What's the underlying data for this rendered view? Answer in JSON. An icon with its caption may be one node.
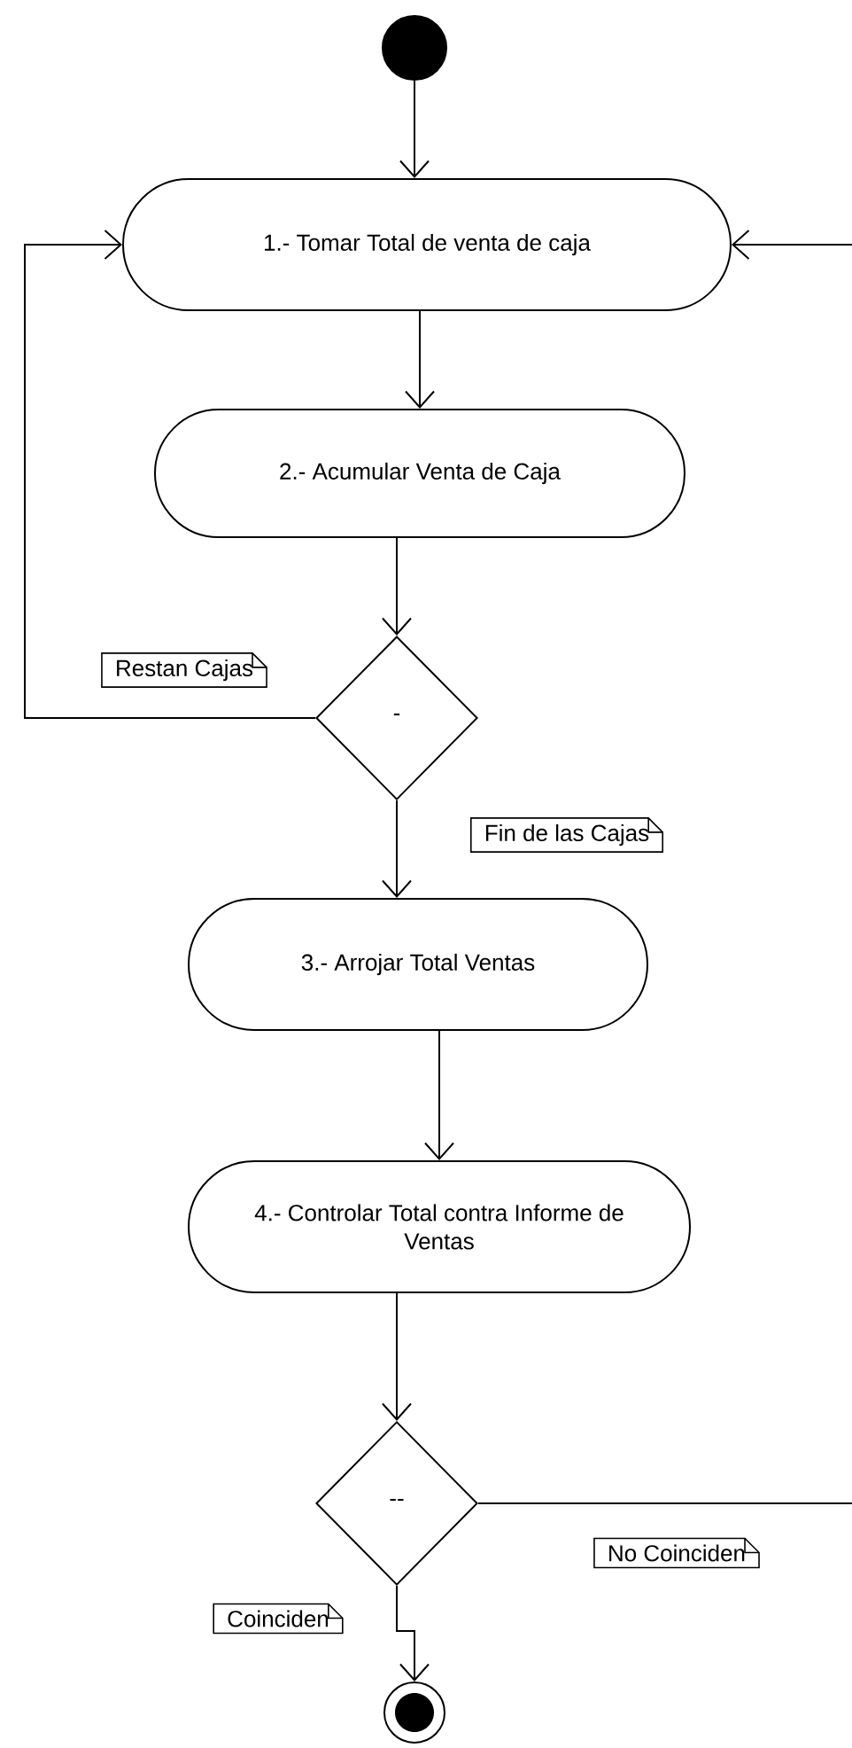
{
  "diagram": {
    "nodes": [
      {
        "text": [],
        "shape": "circle"
      },
      {
        "text": [
          "1.- Tomar Total de venta de caja"
        ]
      },
      {
        "text": [
          "2.- Acumular Venta de Caja"
        ]
      },
      {
        "text": [
          "-"
        ]
      },
      {
        "text": [
          "3.- Arrojar Total Ventas"
        ]
      },
      {
        "text": [
          "4.- Controlar Total contra Informe de Ventas"
        ]
      },
      {
        "text": [
          "--"
        ]
      },
      {
        "text": [],
        "shape": "bullseye"
      }
    ],
    "edges": [
      {
        "from": 0,
        "to": 1,
        "arrow": "to"
      },
      {
        "from": 1,
        "to": 2,
        "arrow": "to"
      },
      {
        "from": 2,
        "to": 3,
        "arrow": "to"
      },
      {
        "from": 3,
        "to": 1,
        "arrow": "to",
        "label": "Restan Cajas"
      },
      {
        "from": 3,
        "to": 4,
        "arrow": "to",
        "label": "Fin de las Cajas"
      },
      {
        "from": 4,
        "to": 5,
        "arrow": "to"
      },
      {
        "from": 5,
        "to": 6,
        "arrow": "to"
      },
      {
        "from": 6,
        "to": null,
        "arrow": "none",
        "label": "No Coinciden"
      },
      {
        "from": 6,
        "to": 7,
        "arrow": "to",
        "label": "Coinciden"
      },
      {
        "from": null,
        "to": 1,
        "arrow": "to"
      }
    ]
  }
}
